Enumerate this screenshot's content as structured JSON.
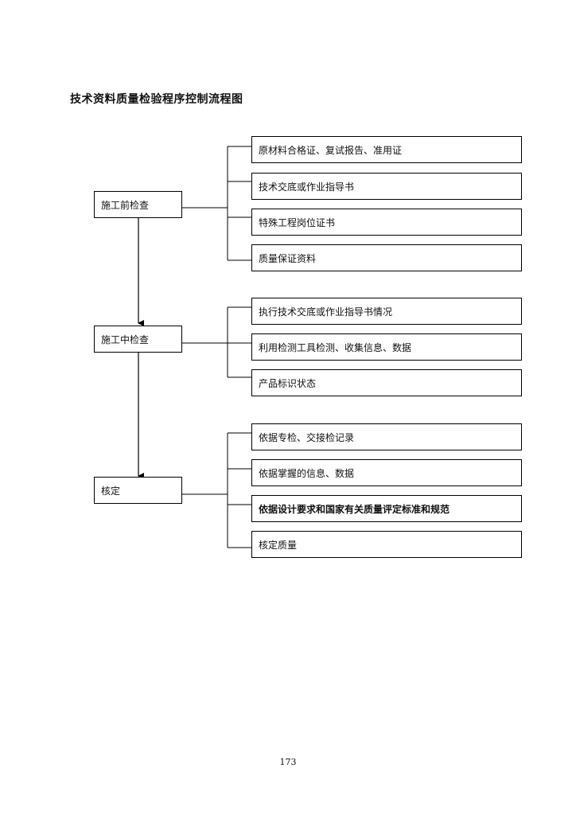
{
  "title": "技术资料质量检验程序控制流程图",
  "stages": [
    {
      "label": "施工前检查",
      "items": [
        "原材料合格证、复试报告、准用证",
        "技术交底或作业指导书",
        "特殊工程岗位证书",
        "质量保证资料"
      ]
    },
    {
      "label": "施工中检查",
      "items": [
        "执行技术交底或作业指导书情况",
        "利用检测工具检测、收集信息、数据",
        "产品标识状态"
      ]
    },
    {
      "label": "核定",
      "items": [
        "依据专检、交接检记录",
        "依据掌握的信息、数据",
        "依据设计要求和国家有关质量评定标准和规范",
        "核定质量"
      ]
    }
  ],
  "page_number": "173"
}
